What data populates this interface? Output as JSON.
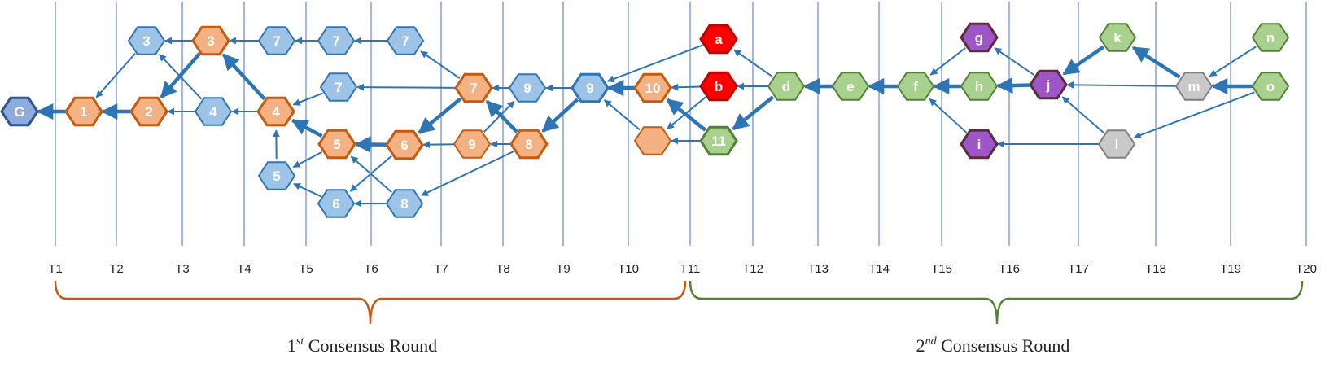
{
  "ticks": [
    "T1",
    "T2",
    "T3",
    "T4",
    "T5",
    "T6",
    "T7",
    "T8",
    "T9",
    "T10",
    "T11",
    "T12",
    "T13",
    "T14",
    "T15",
    "T16",
    "T17",
    "T18",
    "T19",
    "T20"
  ],
  "rounds": [
    {
      "ordinal": "1",
      "sup": "st",
      "text": " Consensus Round",
      "color": "#c55a11"
    },
    {
      "ordinal": "2",
      "sup": "nd",
      "text": " Consensus Round",
      "color": "#538135"
    }
  ],
  "styles": {
    "genesis": {
      "fill": "#8faadc",
      "stroke": "#2f5597"
    },
    "blue": {
      "fill": "#9dc3e6",
      "stroke": "#2e75b6"
    },
    "blue-main": {
      "fill": "#9dc3e6",
      "stroke": "#2e75b6"
    },
    "orange": {
      "fill": "#f4b183",
      "stroke": "#c55a11"
    },
    "orange-plain": {
      "fill": "#f4b183",
      "stroke": "#c55a11"
    },
    "red": {
      "fill": "#ff0000",
      "stroke": "#c00000"
    },
    "green": {
      "fill": "#a9d18e",
      "stroke": "#538135"
    },
    "purple": {
      "fill": "#9d55c7",
      "stroke": "#5b2c3e"
    },
    "gray": {
      "fill": "#c9c9c9",
      "stroke": "#7f7f7f"
    }
  },
  "nodes": [
    {
      "id": "G",
      "label": "G",
      "style": "genesis"
    },
    {
      "id": "o1",
      "label": "1",
      "style": "orange"
    },
    {
      "id": "o2",
      "label": "2",
      "style": "orange"
    },
    {
      "id": "b3a",
      "label": "3",
      "style": "blue"
    },
    {
      "id": "o3",
      "label": "3",
      "style": "orange"
    },
    {
      "id": "b4",
      "label": "4",
      "style": "blue"
    },
    {
      "id": "o4",
      "label": "4",
      "style": "orange"
    },
    {
      "id": "b7a",
      "label": "7",
      "style": "blue"
    },
    {
      "id": "b7b",
      "label": "7",
      "style": "blue"
    },
    {
      "id": "b7c",
      "label": "7",
      "style": "blue"
    },
    {
      "id": "b7d",
      "label": "7",
      "style": "blue"
    },
    {
      "id": "b5",
      "label": "5",
      "style": "blue"
    },
    {
      "id": "o5",
      "label": "5",
      "style": "orange"
    },
    {
      "id": "b6",
      "label": "6",
      "style": "blue"
    },
    {
      "id": "o6",
      "label": "6",
      "style": "orange"
    },
    {
      "id": "b8",
      "label": "8",
      "style": "blue"
    },
    {
      "id": "o7",
      "label": "7",
      "style": "orange"
    },
    {
      "id": "b9",
      "label": "9",
      "style": "blue"
    },
    {
      "id": "o9",
      "label": "9",
      "style": "orange-plain"
    },
    {
      "id": "o8",
      "label": "8",
      "style": "orange"
    },
    {
      "id": "b9m",
      "label": "9",
      "style": "blue-main"
    },
    {
      "id": "o10",
      "label": "10",
      "style": "orange"
    },
    {
      "id": "oE",
      "label": "",
      "style": "orange-plain"
    },
    {
      "id": "g11",
      "label": "11",
      "style": "green"
    },
    {
      "id": "ra",
      "label": "a",
      "style": "red"
    },
    {
      "id": "rb",
      "label": "b",
      "style": "red"
    },
    {
      "id": "gd",
      "label": "d",
      "style": "green"
    },
    {
      "id": "ge",
      "label": "e",
      "style": "green"
    },
    {
      "id": "gf",
      "label": "f",
      "style": "green"
    },
    {
      "id": "pg",
      "label": "g",
      "style": "purple"
    },
    {
      "id": "gh",
      "label": "h",
      "style": "green"
    },
    {
      "id": "pi",
      "label": "i",
      "style": "purple"
    },
    {
      "id": "pj",
      "label": "j",
      "style": "purple"
    },
    {
      "id": "gk",
      "label": "k",
      "style": "green"
    },
    {
      "id": "yl",
      "label": "l",
      "style": "gray"
    },
    {
      "id": "ym",
      "label": "m",
      "style": "gray"
    },
    {
      "id": "gn",
      "label": "n",
      "style": "green"
    },
    {
      "id": "go",
      "label": "o",
      "style": "green"
    }
  ],
  "edges": [
    [
      "o1",
      "G",
      1
    ],
    [
      "o2",
      "o1",
      1
    ],
    [
      "b3a",
      "o1",
      0
    ],
    [
      "o3",
      "b3a",
      0
    ],
    [
      "o3",
      "o2",
      1
    ],
    [
      "b4",
      "o2",
      0
    ],
    [
      "b4",
      "b3a",
      0
    ],
    [
      "o4",
      "b4",
      0
    ],
    [
      "o4",
      "o3",
      1
    ],
    [
      "b7a",
      "o3",
      0
    ],
    [
      "b7b",
      "b7a",
      0
    ],
    [
      "b7c",
      "b7b",
      0
    ],
    [
      "b7d",
      "o4",
      0
    ],
    [
      "o5",
      "o4",
      1
    ],
    [
      "b5",
      "o4",
      0
    ],
    [
      "o5",
      "b5",
      0
    ],
    [
      "b6",
      "b5",
      0
    ],
    [
      "o6",
      "o5",
      1
    ],
    [
      "b8",
      "b6",
      0
    ],
    [
      "b8",
      "o5",
      0
    ],
    [
      "o6",
      "b6",
      0
    ],
    [
      "o7",
      "b7c",
      0
    ],
    [
      "o7",
      "b7d",
      0
    ],
    [
      "o7",
      "o6",
      1
    ],
    [
      "b9",
      "o7",
      0
    ],
    [
      "o9",
      "o6",
      0
    ],
    [
      "o9",
      "b9",
      0
    ],
    [
      "o8",
      "o9",
      0
    ],
    [
      "o8",
      "o7",
      1
    ],
    [
      "o8",
      "b8",
      0
    ],
    [
      "b9m",
      "b9",
      0
    ],
    [
      "b9m",
      "o8",
      1
    ],
    [
      "o10",
      "b9m",
      1
    ],
    [
      "oE",
      "b9m",
      0
    ],
    [
      "g11",
      "o10",
      1
    ],
    [
      "g11",
      "oE",
      0
    ],
    [
      "ra",
      "b9m",
      0
    ],
    [
      "rb",
      "o10",
      0
    ],
    [
      "rb",
      "oE",
      0
    ],
    [
      "gd",
      "ra",
      0
    ],
    [
      "gd",
      "rb",
      0
    ],
    [
      "gd",
      "g11",
      1
    ],
    [
      "ge",
      "gd",
      1
    ],
    [
      "gf",
      "ge",
      1
    ],
    [
      "gh",
      "gf",
      1
    ],
    [
      "pg",
      "gf",
      0
    ],
    [
      "pi",
      "gf",
      0
    ],
    [
      "pj",
      "pg",
      0
    ],
    [
      "pj",
      "gh",
      1
    ],
    [
      "gk",
      "pj",
      1
    ],
    [
      "yl",
      "pj",
      0
    ],
    [
      "yl",
      "pi",
      0
    ],
    [
      "ym",
      "pj",
      0
    ],
    [
      "ym",
      "gk",
      1
    ],
    [
      "gn",
      "ym",
      0
    ],
    [
      "go",
      "ym",
      1
    ],
    [
      "go",
      "yl",
      0
    ]
  ]
}
